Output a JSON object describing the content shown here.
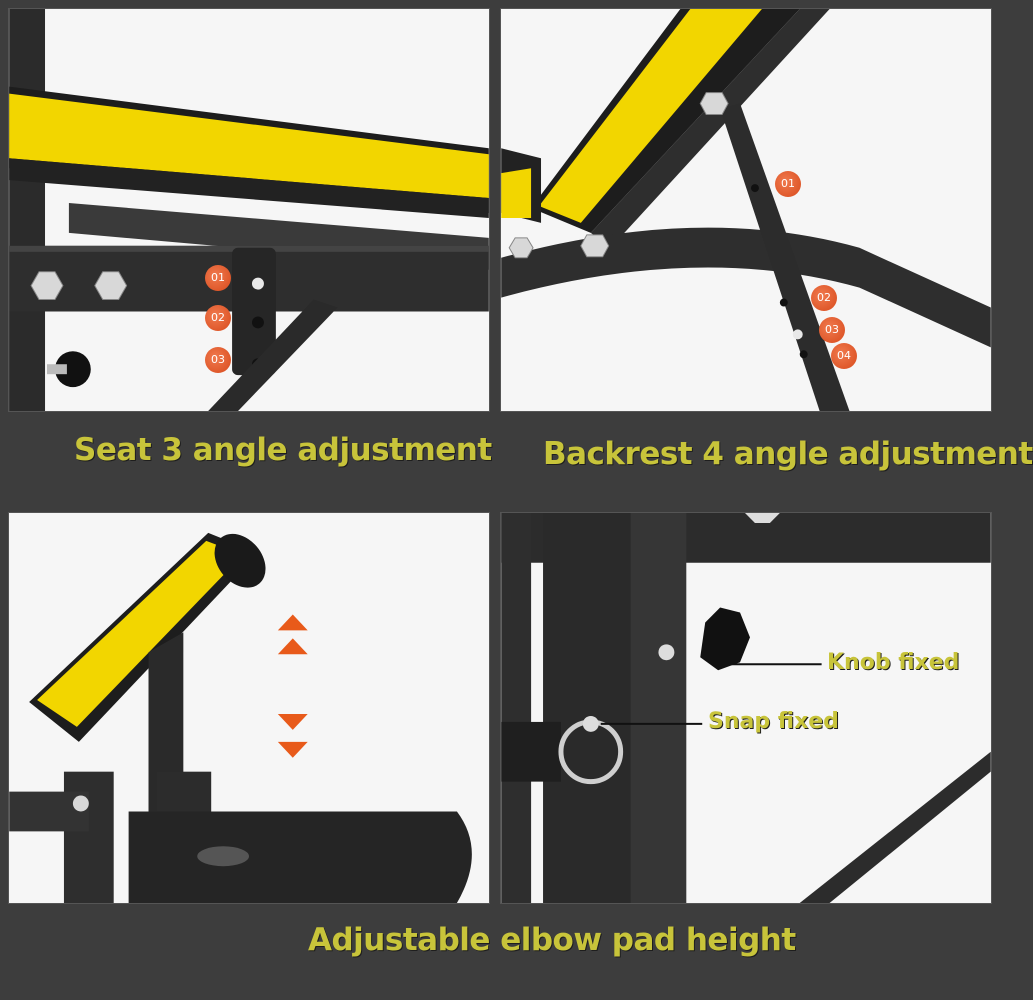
{
  "captions": {
    "seat": "Seat 3 angle adjustment",
    "backrest": "Backrest 4 angle adjustment",
    "elbow_pad": "Adjustable elbow pad height"
  },
  "callouts": {
    "knob": "Knob fixed",
    "snap": "Snap fixed"
  },
  "seat_markers": [
    "01",
    "02",
    "03"
  ],
  "backrest_markers": [
    "01",
    "02",
    "03",
    "04"
  ],
  "colors": {
    "background": "#3d3d3d",
    "caption_text": "#c8c43a",
    "marker": "#e05a2a",
    "pad_yellow": "#f2d600",
    "frame": "#2a2a2a"
  }
}
